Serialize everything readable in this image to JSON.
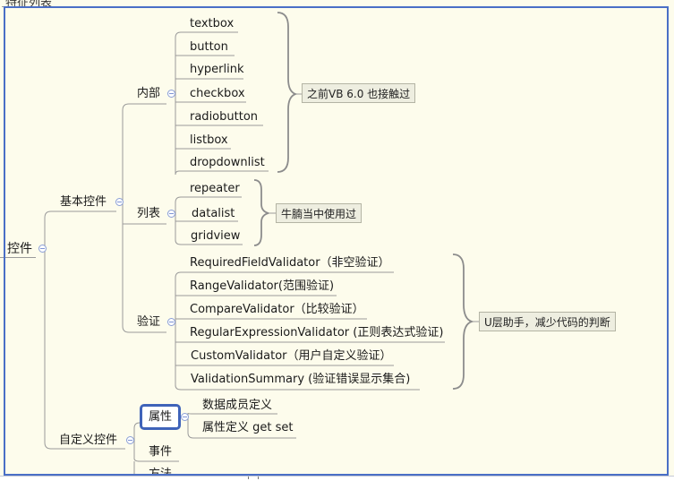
{
  "top_cut_label": "特征列表",
  "root": {
    "label": "控件"
  },
  "branches": {
    "basic": {
      "label": "基本控件"
    },
    "custom": {
      "label": "自定义控件"
    }
  },
  "groups": {
    "inner": {
      "label": "内部",
      "items": [
        "textbox",
        "button",
        "hyperlink",
        "checkbox",
        "radiobutton",
        "listbox",
        "dropdownlist"
      ],
      "note": "之前VB 6.0 也接触过"
    },
    "list": {
      "label": "列表",
      "items": [
        "repeater",
        "datalist",
        "gridview"
      ],
      "note": "牛腩当中使用过"
    },
    "validate": {
      "label": "验证",
      "items": [
        "RequiredFieldValidator（非空验证）",
        "RangeValidator(范围验证)",
        "CompareValidator（比较验证）",
        "RegularExpressionValidator (正则表达式验证)",
        "CustomValidator（用户自定义验证）",
        "ValidationSummary (验证错误显示集合)"
      ],
      "note": "U层助手，减少代码的判断"
    },
    "property": {
      "label": "属性",
      "items": [
        "数据成员定义",
        "属性定义 get set"
      ]
    },
    "event": {
      "label": "事件"
    },
    "method": {
      "label": "方法"
    }
  },
  "colors": {
    "background": "#fdfcec",
    "frame": "#4a6fc6",
    "line": "#9a9a9a",
    "brace": "#8c8c8c",
    "collapse": "#7f95d4"
  }
}
